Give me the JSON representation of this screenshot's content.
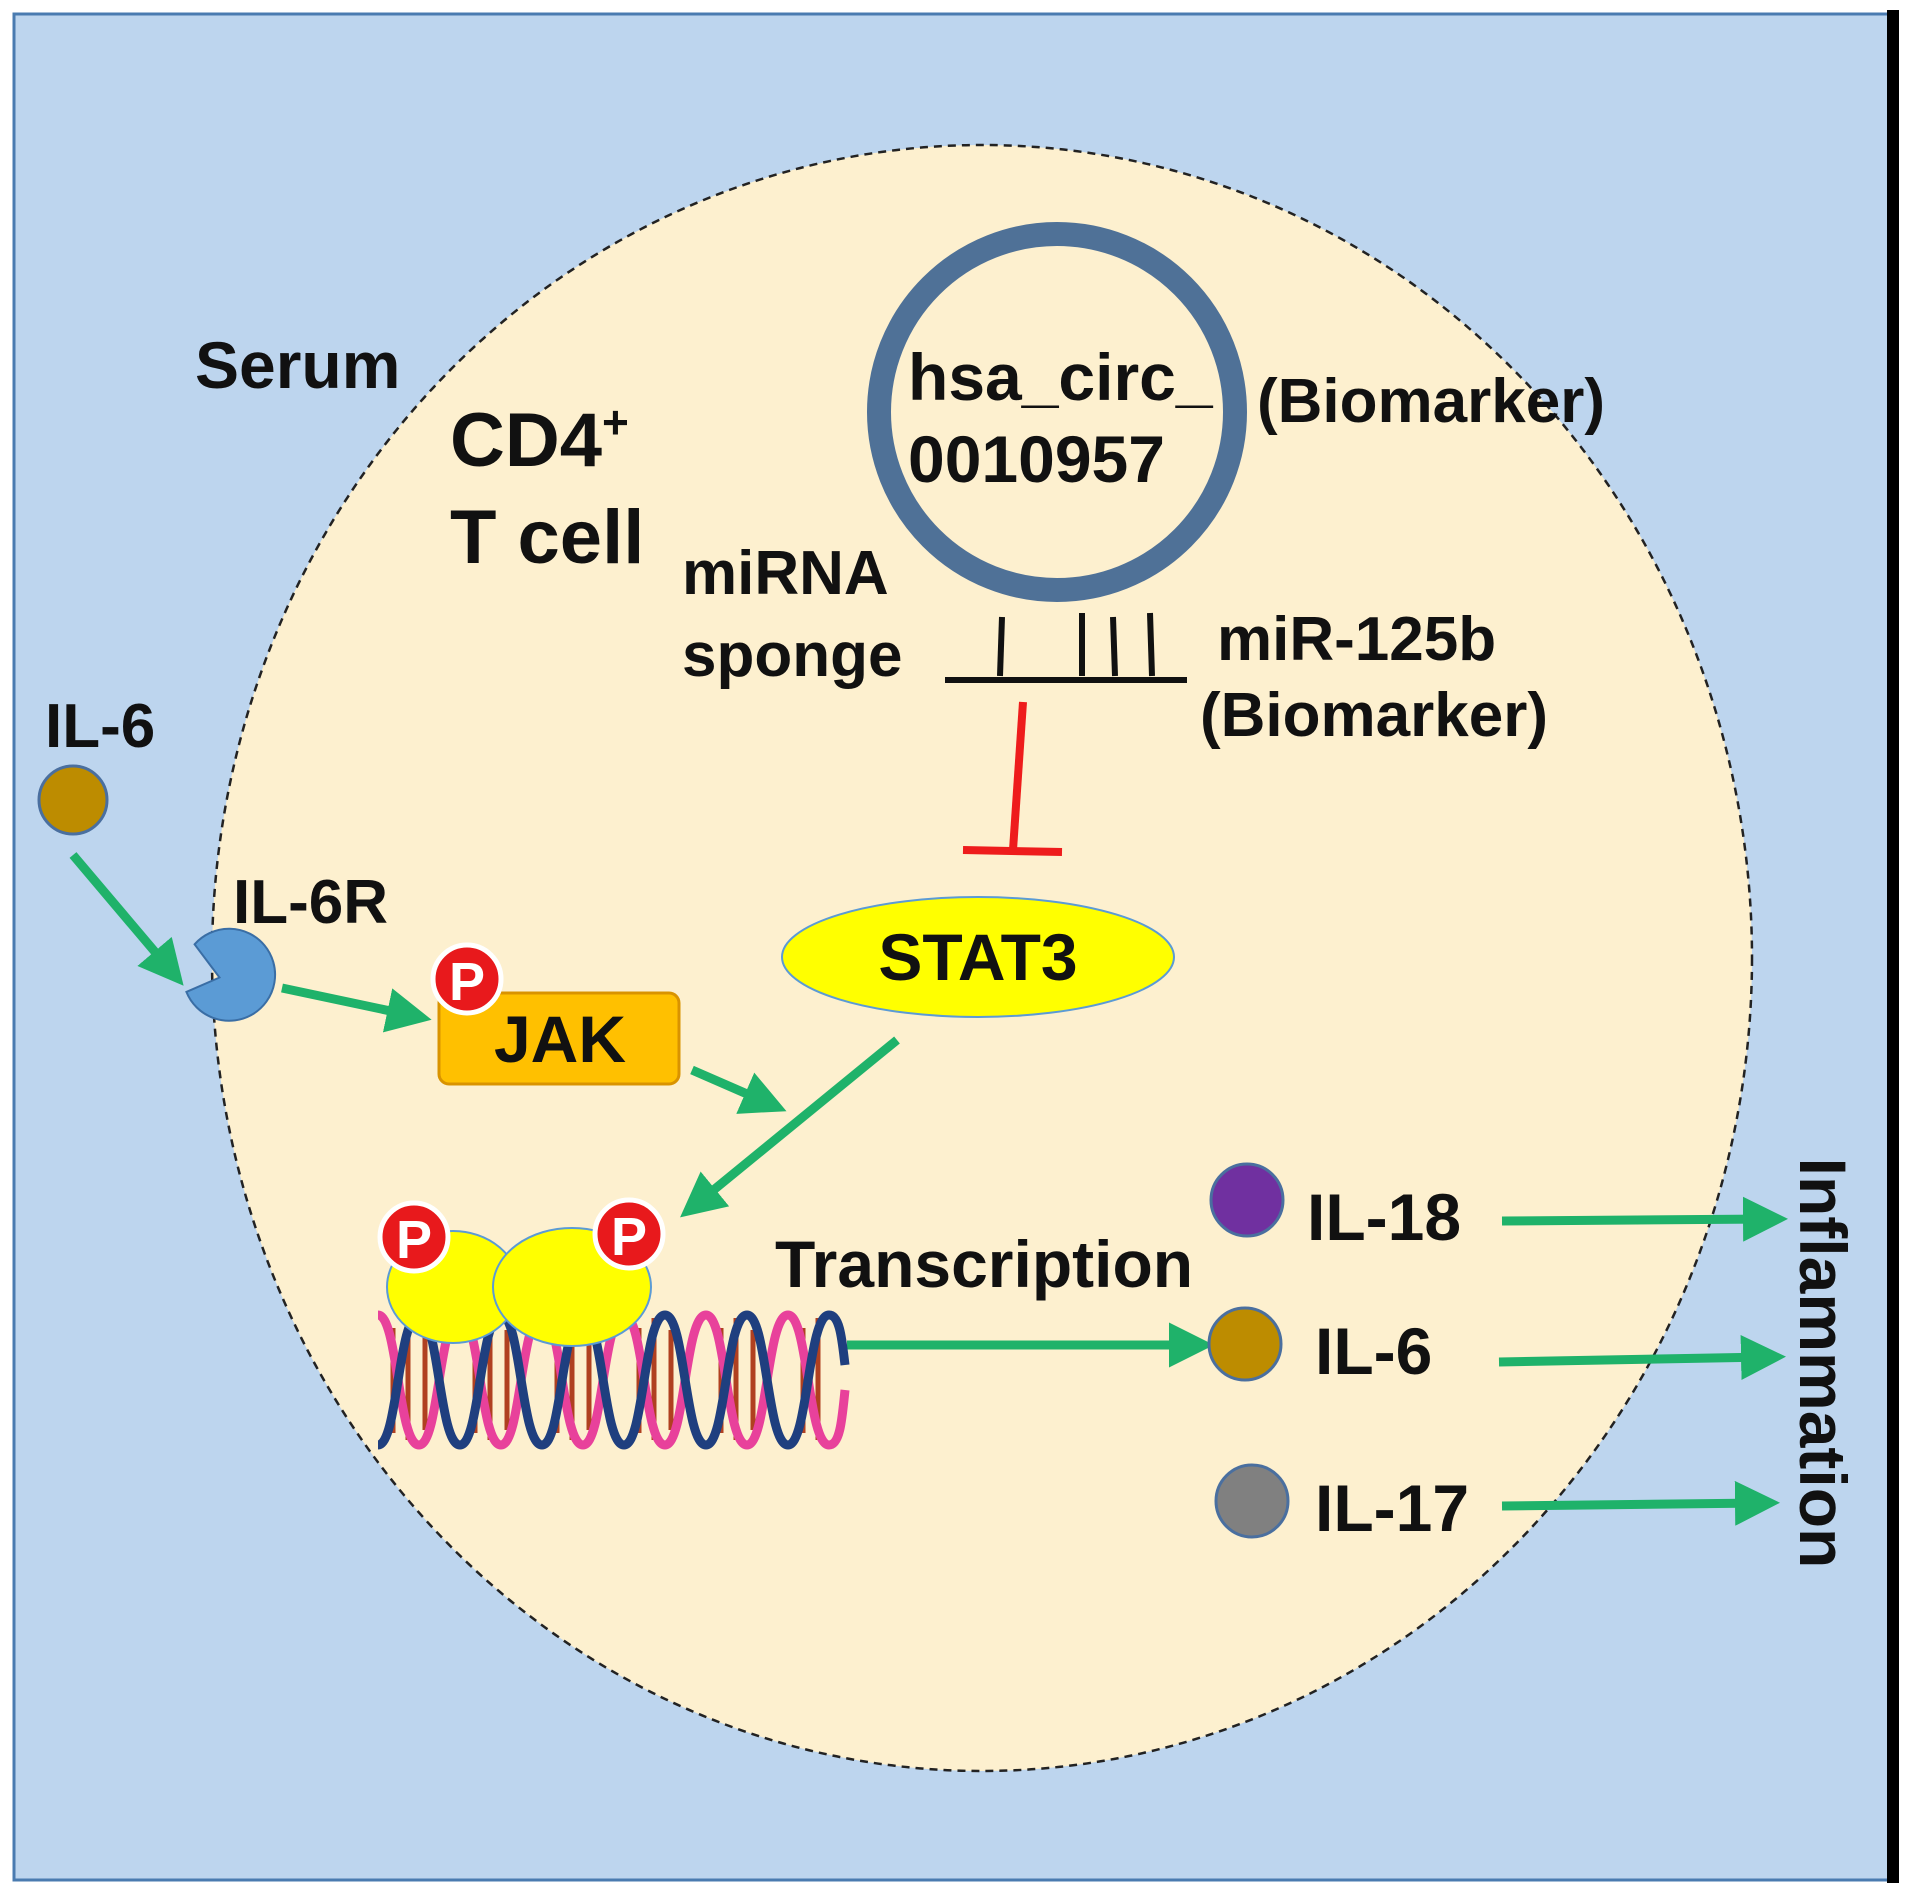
{
  "labels": {
    "serum": "Serum",
    "cell_line1": "CD4",
    "cell_sup": "+",
    "cell_line2": "T cell",
    "circ_line1": "hsa_circ_",
    "circ_line2": "0010957",
    "circ_biomarker": "(Biomarker)",
    "sponge_line1": "miRNA",
    "sponge_line2": "sponge",
    "mir_line1": "miR-125b",
    "mir_line2": "(Biomarker)",
    "il6_outside": "IL-6",
    "il6r": "IL-6R",
    "jak": "JAK",
    "stat3": "STAT3",
    "phospho": "P",
    "transcription": "Transcription",
    "out_il18": "IL-18",
    "out_il6": "IL-6",
    "out_il17": "IL-17",
    "inflammation": "Inflammation"
  },
  "colors": {
    "background": "#bdd5ee",
    "frame_border": "#4a7bb0",
    "right_bar": "#000000",
    "cell_fill": "#fdf0cf",
    "circ_ring": "#4f7197",
    "activation_arrow": "#1fb26a",
    "inhibition": "#ee1c1c",
    "il6_ligand": "#bd8c00",
    "receptor": "#5b9bd5",
    "jak_fill": "#ffc000",
    "jak_border": "#d99300",
    "stat3_fill": "#ffff00",
    "phospho_fill": "#e8191c",
    "il18": "#7030a0",
    "il17": "#808080",
    "dna_strand1": "#e8419b",
    "dna_strand2": "#1f3f7f",
    "dna_rungs": "#b04020"
  },
  "icons": {
    "il6_ligand": "circle-icon",
    "receptor": "pacman-receptor-icon",
    "phospho": "phosphate-badge-icon",
    "dna": "dna-helix-icon"
  }
}
